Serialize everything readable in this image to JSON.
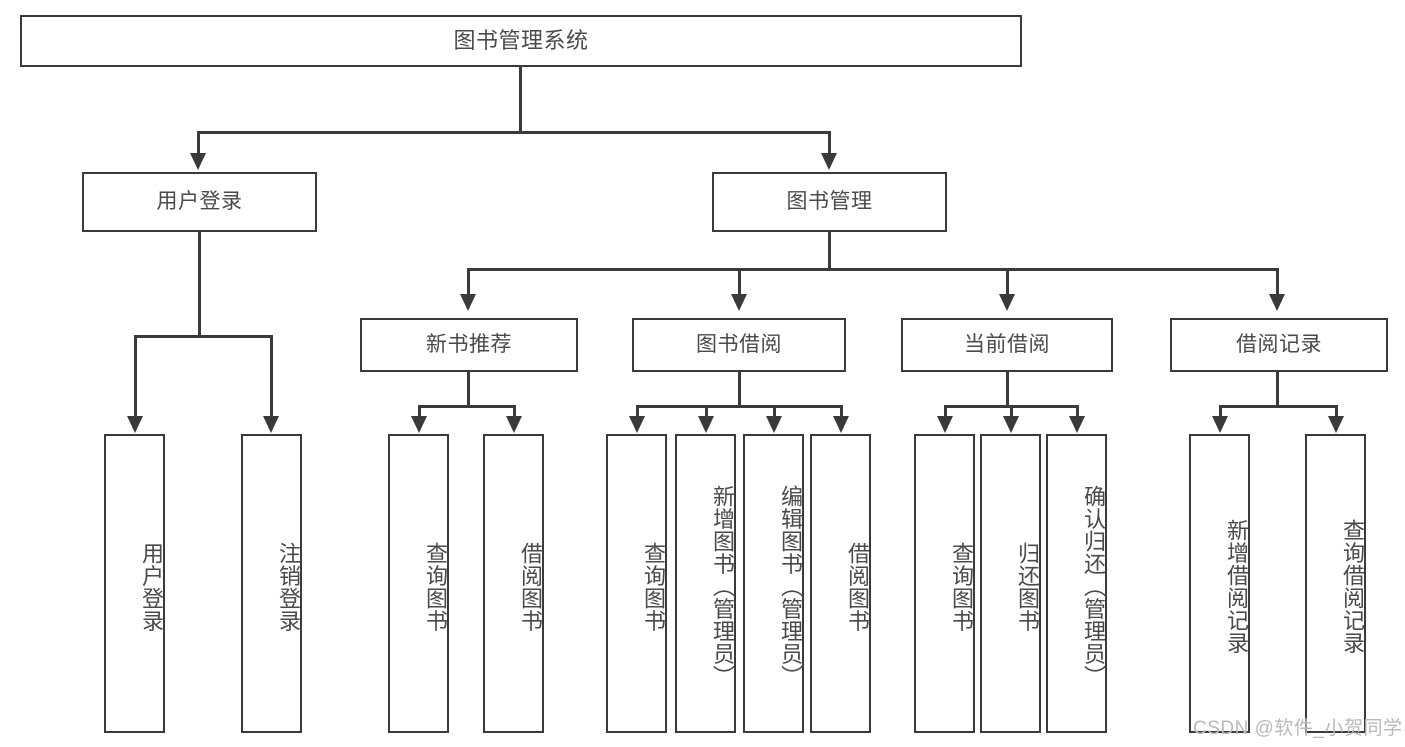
{
  "diagram": {
    "title": "图书管理系统",
    "type": "tree-hierarchy-chart",
    "watermark": "CSDN @软件_小贺同学",
    "colors": {
      "stroke": "#3a3a3a",
      "box_fill": "#ffffff",
      "text": "#4a4a4a",
      "background": "#ffffff",
      "watermark": "#b9b9b9"
    },
    "root": {
      "label": "图书管理系统"
    },
    "level2": [
      {
        "label": "用户登录"
      },
      {
        "label": "图书管理"
      }
    ],
    "level3": [
      {
        "label": "新书推荐"
      },
      {
        "label": "图书借阅"
      },
      {
        "label": "当前借阅"
      },
      {
        "label": "借阅记录"
      }
    ],
    "leaves": {
      "user_login": [
        {
          "label": "用户登录"
        },
        {
          "label": "注销登录"
        }
      ],
      "new_book_recommend": [
        {
          "label": "查询图书"
        },
        {
          "label": "借阅图书"
        }
      ],
      "book_borrow": [
        {
          "label": "查询图书"
        },
        {
          "label": "新增图书（管理员）"
        },
        {
          "label": "编辑图书（管理员）"
        },
        {
          "label": "借阅图书"
        }
      ],
      "current_borrow": [
        {
          "label": "查询图书"
        },
        {
          "label": "归还图书"
        },
        {
          "label": "确认归还（管理员）"
        }
      ],
      "borrow_record": [
        {
          "label": "新增借阅记录"
        },
        {
          "label": "查询借阅记录"
        }
      ]
    }
  }
}
